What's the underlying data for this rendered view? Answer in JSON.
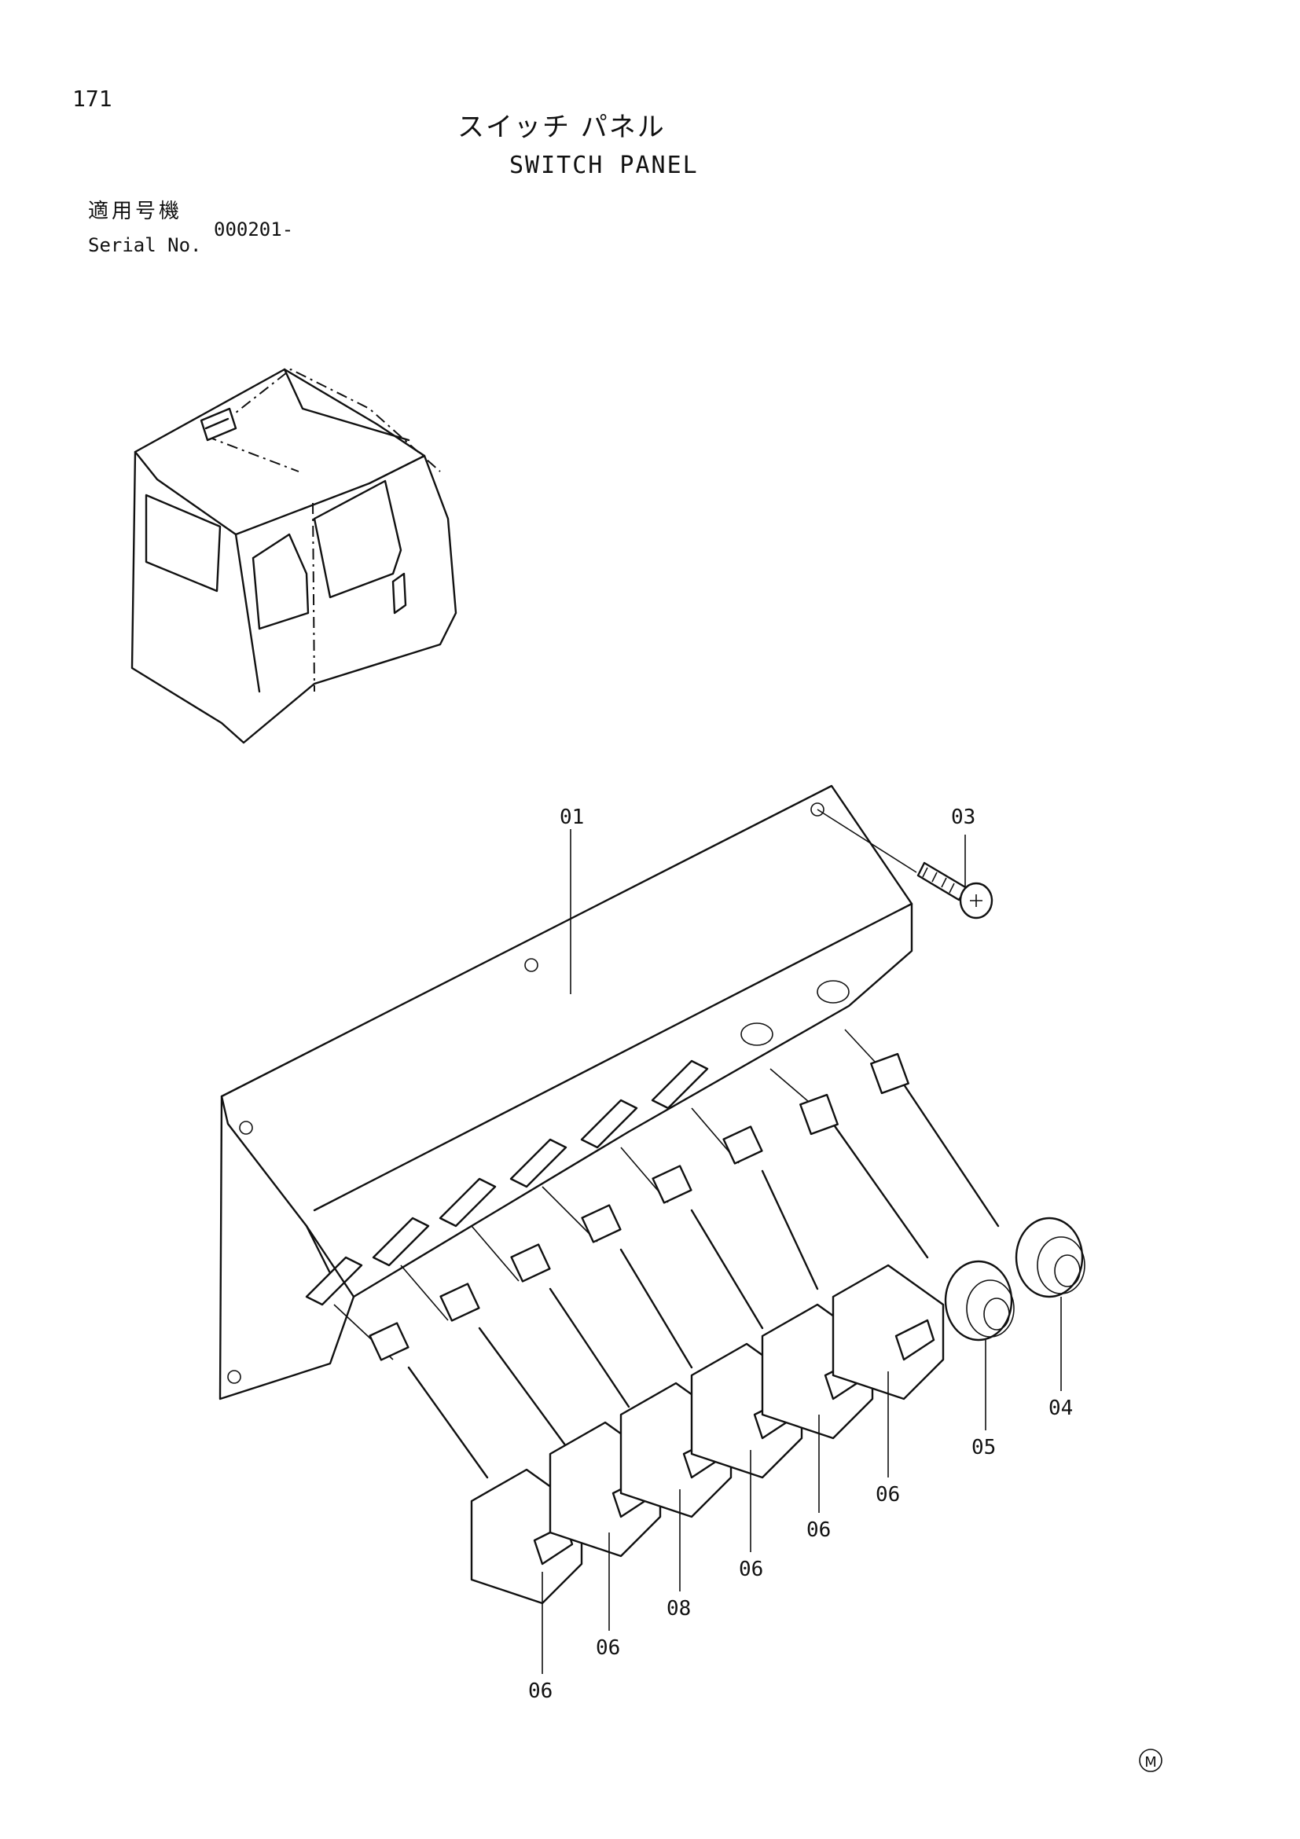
{
  "header": {
    "page_number": "171",
    "title_jp": "スイッチ パネル",
    "title_en": "SWITCH PANEL"
  },
  "serial": {
    "label_jp": "適用号機",
    "label_en": "Serial No.",
    "value": "000201-"
  },
  "callouts": {
    "c01": "01",
    "c03": "03",
    "c04": "04",
    "c05": "05",
    "c06_a": "06",
    "c06_b": "06",
    "c06_c": "06",
    "c06_d": "06",
    "c06_e": "06",
    "c08": "08"
  },
  "footer_mark": "M"
}
